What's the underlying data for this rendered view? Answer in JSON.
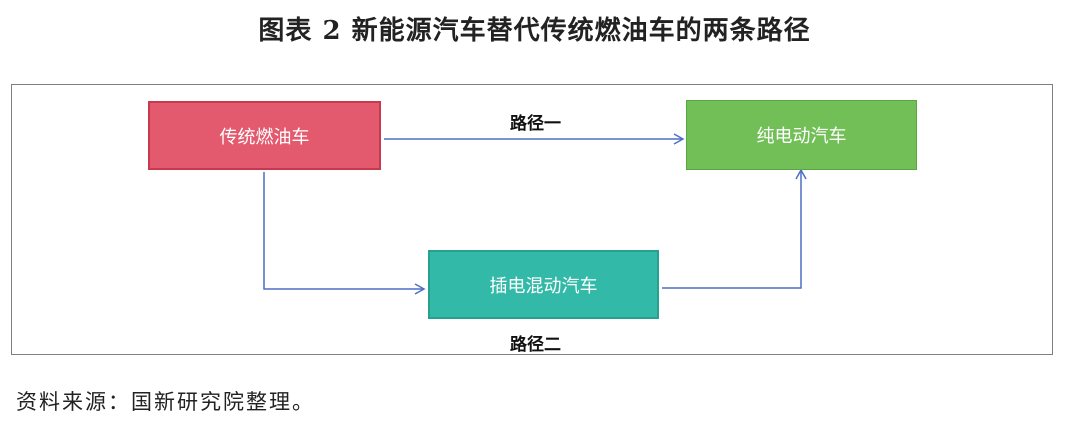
{
  "title": "图表 2  新能源汽车替代传统燃油车的两条路径",
  "nodes": {
    "ice": {
      "label": "传统燃油车",
      "color": "#e35a6e"
    },
    "bev": {
      "label": "纯电动汽车",
      "color": "#72bf57"
    },
    "phev": {
      "label": "插电混动汽车",
      "color": "#33b9a8"
    }
  },
  "edges": {
    "path1": {
      "label": "路径一"
    },
    "path2": {
      "label": "路径二"
    }
  },
  "arrow_color": "#4f6fc4",
  "source": "资料来源：国新研究院整理。"
}
